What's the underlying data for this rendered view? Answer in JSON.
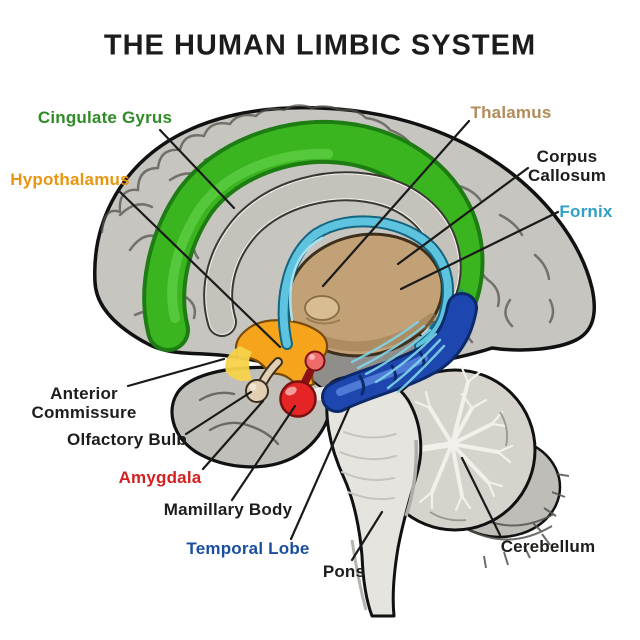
{
  "title": "THE HUMAN LIMBIC SYSTEM",
  "labels": [
    {
      "id": "cingulate-gyrus",
      "text": "Cingulate Gyrus",
      "color": "#2F8B27"
    },
    {
      "id": "hypothalamus",
      "text": "Hypothalamus",
      "color": "#E8950F"
    },
    {
      "id": "thalamus",
      "text": "Thalamus",
      "color": "#B28B58"
    },
    {
      "id": "corpus-callosum",
      "text": "Corpus Callosum",
      "color": "#1D1D1B"
    },
    {
      "id": "fornix",
      "text": "Fornix",
      "color": "#2FA0C8"
    },
    {
      "id": "anterior-commissure",
      "text": "Anterior Commissure",
      "color": "#1D1D1B"
    },
    {
      "id": "olfactory-bulb",
      "text": "Olfactory Bulb",
      "color": "#1D1D1B"
    },
    {
      "id": "amygdala",
      "text": "Amygdala",
      "color": "#D32020"
    },
    {
      "id": "mamillary-body",
      "text": "Mamillary Body",
      "color": "#1D1D1B"
    },
    {
      "id": "temporal-lobe",
      "text": "Temporal Lobe",
      "color": "#1A4FA0"
    },
    {
      "id": "pons",
      "text": "Pons",
      "color": "#1D1D1B"
    },
    {
      "id": "cerebellum",
      "text": "Cerebellum",
      "color": "#1D1D1B"
    }
  ],
  "palette": {
    "background": "#FFFFFF",
    "title_text": "#1C1C1C",
    "brain_gray": "#C7C5C0",
    "sulci_gray": "#6B6965",
    "cingulate_green": "#3AB51F",
    "corpus_callosum_white": "#F3F1EA",
    "fornix_cyan": "#5EC3DE",
    "thalamus_tan": "#C2A176",
    "hypothalamus_orange": "#F6A41C",
    "mamillary_red": "#E52525",
    "olfactory_beige": "#E3D0B4",
    "hippocampus_blue": "#1D47AE",
    "brainstem_gray": "#E6E4DF",
    "cerebellum_gray": "#D6D3CD",
    "outline_black": "#111111",
    "leader_line": "#1A1A1A"
  }
}
